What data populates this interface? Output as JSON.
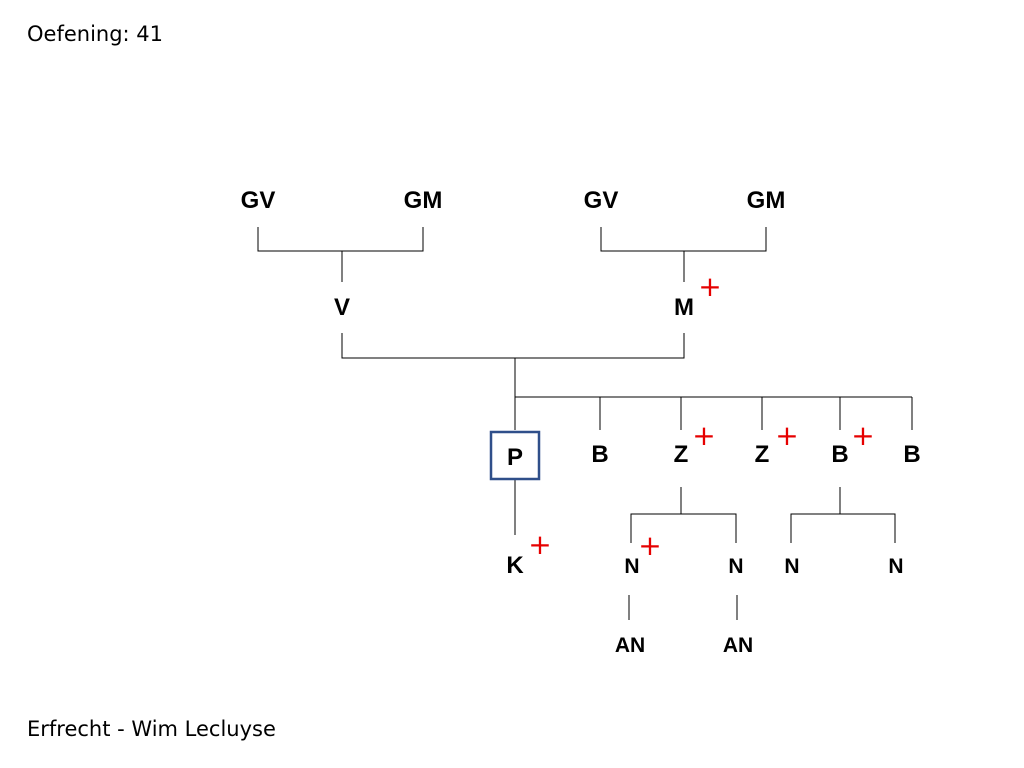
{
  "title": "Oefening: 41",
  "footer": "Erfrecht - Wim Lecluyse",
  "colors": {
    "deceased_mark": "#e60000",
    "focus_box": "#2f4f8a",
    "line": "#000000"
  },
  "deceased_symbol": "+",
  "nodes": {
    "gv_father": "GV",
    "gm_father": "GM",
    "gv_mother": "GV",
    "gm_mother": "GM",
    "father": "V",
    "mother": "M",
    "person": "P",
    "brother1": "B",
    "sister1": "Z",
    "sister2": "Z",
    "brother2": "B",
    "brother3": "B",
    "child": "K",
    "niece1": "N",
    "niece2": "N",
    "niece3": "N",
    "niece4": "N",
    "grandniece1": "AN",
    "grandniece2": "AN"
  },
  "deceased": [
    "mother",
    "sister1",
    "sister2",
    "brother2",
    "child",
    "niece1"
  ]
}
